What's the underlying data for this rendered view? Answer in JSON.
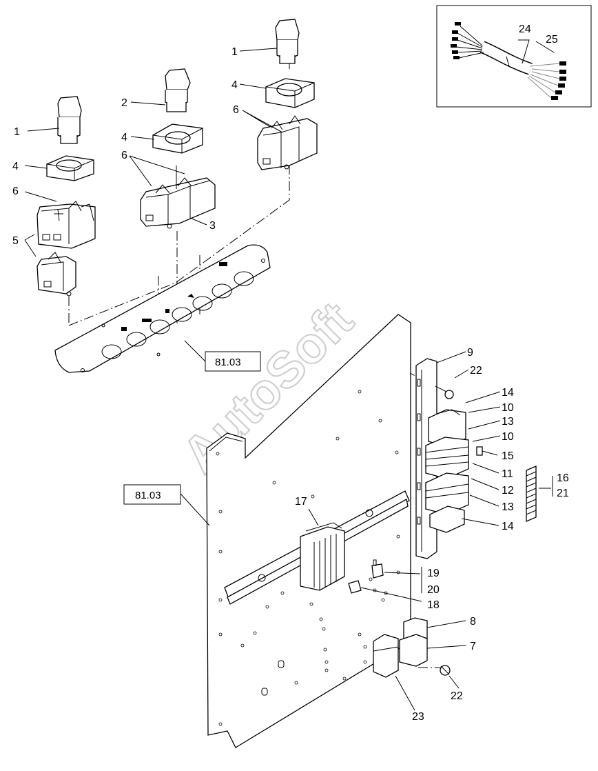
{
  "watermark": "AutoSoft",
  "reference_boxes": {
    "panel_ref": "81.03",
    "plate_ref": "81.03"
  },
  "callouts": {
    "c1a": "1",
    "c1b": "1",
    "c2": "2",
    "c3": "3",
    "c4a": "4",
    "c4b": "4",
    "c4c": "4",
    "c5": "5",
    "c6a": "6",
    "c6b": "6",
    "c6c": "6",
    "c7": "7",
    "c8": "8",
    "c9": "9",
    "c10a": "10",
    "c10b": "10",
    "c11": "11",
    "c12": "12",
    "c13a": "13",
    "c13b": "13",
    "c14a": "14",
    "c14b": "14",
    "c15": "15",
    "c16": "16",
    "c17": "17",
    "c18": "18",
    "c19": "19",
    "c20": "20",
    "c21": "21",
    "c22a": "22",
    "c22b": "22",
    "c23": "23",
    "c24": "24",
    "c25": "25"
  }
}
